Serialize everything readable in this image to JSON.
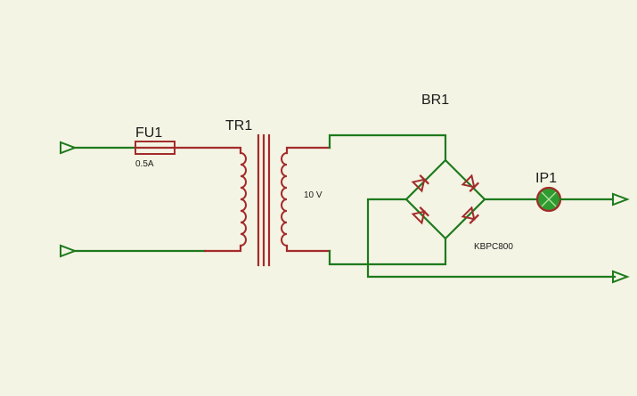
{
  "components": {
    "fuse": {
      "ref": "FU1",
      "value": "0.5A"
    },
    "transformer": {
      "ref": "TR1",
      "value": "10 V"
    },
    "bridge": {
      "ref": "BR1",
      "value": "KBPC800"
    },
    "indicator": {
      "ref": "IP1",
      "symbol": "lamp-icon"
    }
  },
  "colors": {
    "background": "#f4f4e4",
    "wire": "#1d7a1d",
    "component": "#a32b2b",
    "lamp_fill": "#2e9b2e"
  }
}
